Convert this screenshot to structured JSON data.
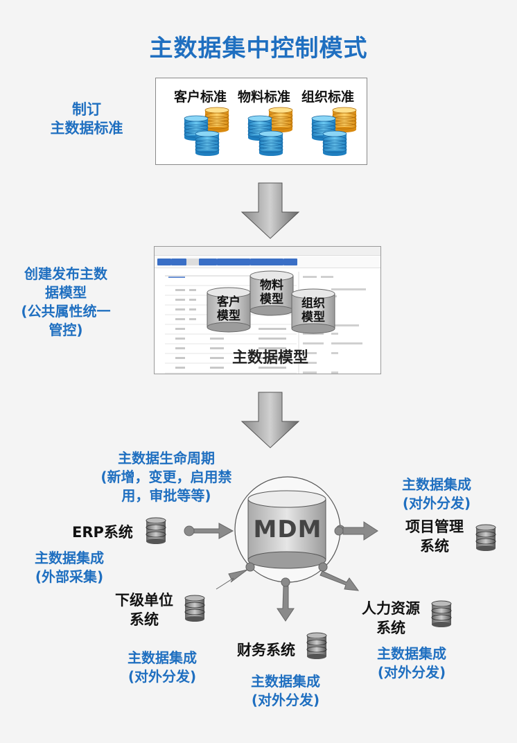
{
  "title": "主数据集中控制模式",
  "step1": {
    "side_label_line1": "制订",
    "side_label_line2": "主数据标准",
    "standards": [
      "客户标准",
      "物料标准",
      "组织标准"
    ]
  },
  "step2": {
    "side_label_lines": [
      "创建发布主数",
      "据模型",
      "(公共属性统一",
      "管控)"
    ],
    "models": [
      "客户\n模型",
      "物料\n模型",
      "组织\n模型"
    ],
    "model_caption": "主数据模型"
  },
  "step3": {
    "lifecycle_lines": [
      "主数据生命周期",
      "(新增，变更，启用禁",
      "用，审批等等)"
    ],
    "center_label": "MDM",
    "erp": {
      "name": "ERP系统",
      "integration_lines": [
        "主数据集成",
        "(外部采集)"
      ]
    },
    "project": {
      "name_lines": [
        "项目管理",
        "系统"
      ],
      "integration_lines": [
        "主数据集成",
        "(对外分发)"
      ]
    },
    "subunit": {
      "name_lines": [
        "下级单位",
        "系统"
      ],
      "integration_lines": [
        "主数据集成",
        "(对外分发)"
      ]
    },
    "finance": {
      "name": "财务系统",
      "integration_lines": [
        "主数据集成",
        "(对外分发)"
      ]
    },
    "hr": {
      "name_lines": [
        "人力资源",
        "系统"
      ],
      "integration_lines": [
        "主数据集成",
        "(对外分发)"
      ]
    }
  },
  "colors": {
    "blue_text": "#1f6fc0",
    "arrow_gray": "#7a7a7a",
    "coin_blue": "#39a6dc",
    "coin_orange": "#f5a623"
  }
}
